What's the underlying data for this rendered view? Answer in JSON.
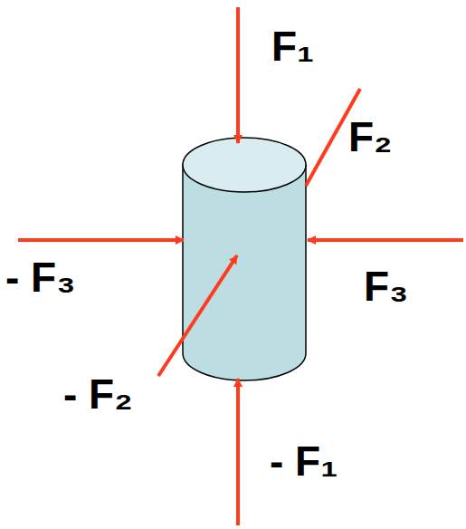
{
  "diagram": {
    "labels": [
      "F₁",
      "F₂",
      "- F₃",
      "F₃",
      "- F₂",
      "- F₁"
    ]
  }
}
